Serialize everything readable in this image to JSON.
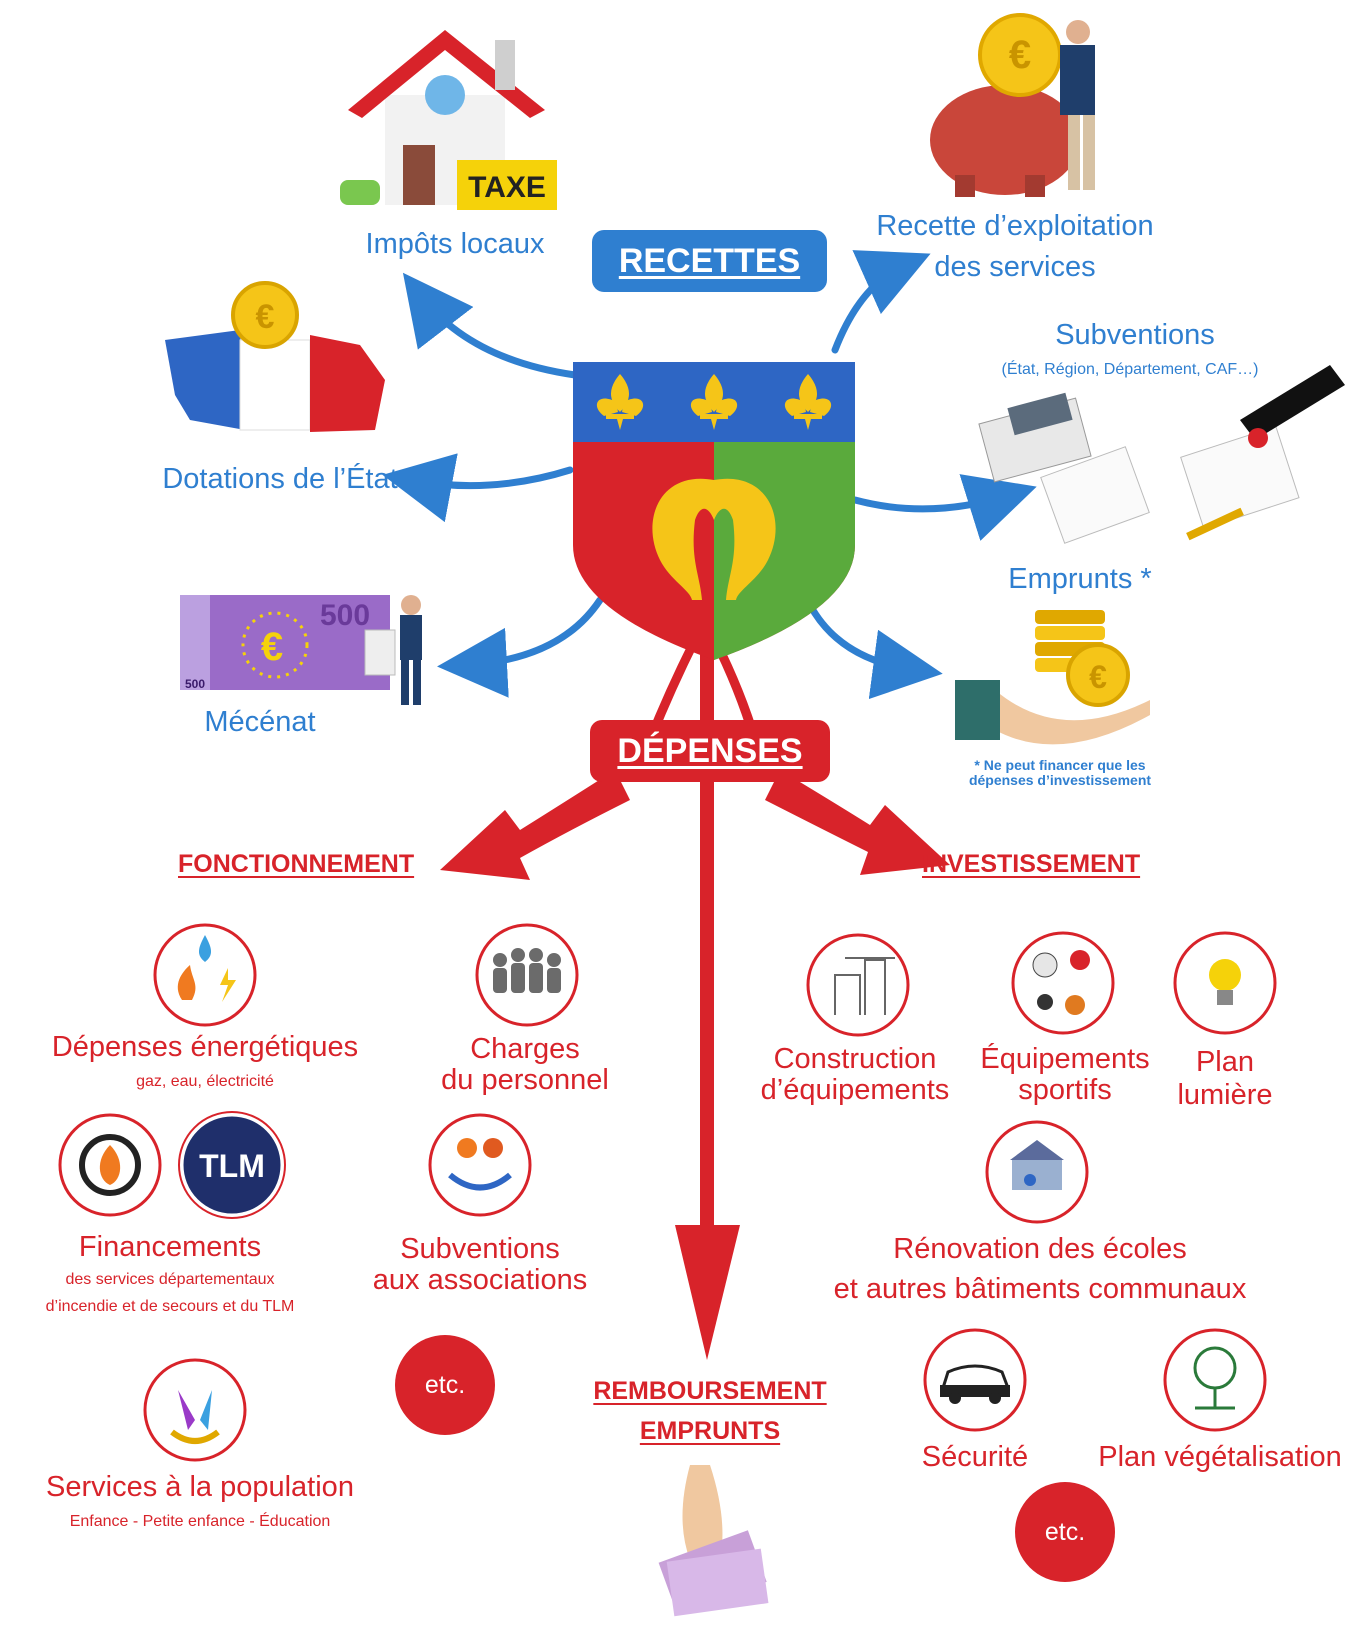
{
  "recettes": {
    "title": "RECETTES",
    "impots": "Impôts locaux",
    "taxe_sign": "TAXE",
    "exploitation_line1": "Recette d’exploitation",
    "exploitation_line2": "des services",
    "subventions": "Subventions",
    "subventions_detail": "(État, Région, Département, CAF…)",
    "dotations": "Dotations de l’État",
    "emprunts": "Emprunts *",
    "emprunts_note_line1": "* Ne peut financer que les",
    "emprunts_note_line2": "dépenses d’investissement",
    "mecenat": "Mécénat",
    "banknote_value": "500",
    "banknote_value_small": "500"
  },
  "depenses": {
    "title": "DÉPENSES",
    "fonctionnement": "FONCTIONNEMENT",
    "investissement": "INVESTISSEMENT",
    "remboursement_line1": "REMBOURSEMENT",
    "remboursement_line2": "EMPRUNTS"
  },
  "fonctionnement_items": {
    "energie": "Dépenses énergétiques",
    "energie_detail": "gaz, eau, électricité",
    "personnel_line1": "Charges",
    "personnel_line2": "du personnel",
    "financements": "Financements",
    "financements_detail1": "des services départementaux",
    "financements_detail2": "d’incendie et de secours et du TLM",
    "tlm_logo": "TLM",
    "associations_line1": "Subventions",
    "associations_line2": "aux associations",
    "etc": "etc.",
    "population": "Services à la population",
    "population_detail": "Enfance - Petite enfance - Éducation"
  },
  "investissement_items": {
    "construction_line1": "Construction",
    "construction_line2": "d’équipements",
    "sportifs_line1": "Équipements",
    "sportifs_line2": "sportifs",
    "lumiere_line1": "Plan",
    "lumiere_line2": "lumière",
    "renovation_line1": "Rénovation des écoles",
    "renovation_line2": "et autres bâtiments communaux",
    "securite": "Sécurité",
    "vegetalisation": "Plan végétalisation",
    "etc": "etc."
  },
  "colors": {
    "blue": "#2f7fd0",
    "red": "#d8232a",
    "green": "#5aaa3c",
    "gold": "#f5c518",
    "shield_blue": "#2e66c4"
  }
}
